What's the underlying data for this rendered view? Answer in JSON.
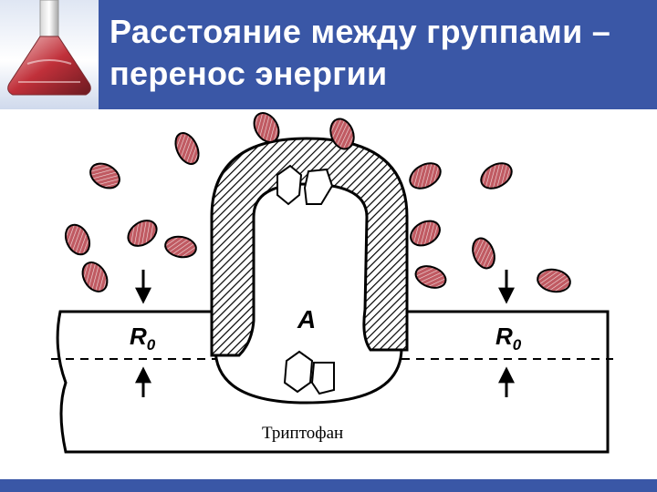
{
  "slide": {
    "title": "Расстояние между группами –\nперенос энергии"
  },
  "diagram": {
    "labels": {
      "acceptor": "A",
      "r0": "R",
      "r0_sub": "0",
      "tryptophan": "Триптофан"
    },
    "colors": {
      "header": "#3a57a6",
      "particle_fill": "#c05a62",
      "outline": "#000000"
    }
  }
}
